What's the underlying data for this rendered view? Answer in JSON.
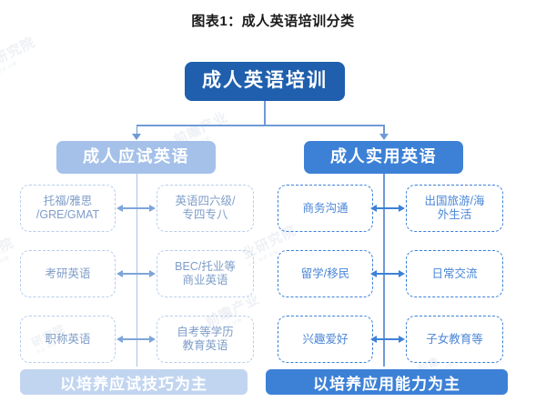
{
  "figure": {
    "title": "图表1：成人英语培训分类",
    "root": {
      "label": "成人英语培训"
    }
  },
  "colors": {
    "root_bg": "#1f5fad",
    "branch_left_bg": "#a5c1e9",
    "branch_right_bg": "#3d81d6",
    "leaf_soft_border": "#b9cdea",
    "leaf_soft_text": "#7e9dc8",
    "leaf_strong_border": "#3d81d6",
    "leaf_strong_text": "#4a86d8",
    "footer_left_bg": "#c2d5f0",
    "footer_right_bg": "#3d81d6",
    "connector": "#6f9ad6"
  },
  "branches": {
    "left": {
      "label": "成人应试英语",
      "footer": "以培养应试技巧为主",
      "rows": [
        {
          "left": {
            "line1": "托福/雅思",
            "line2": "/GRE/GMAT"
          },
          "right": {
            "line1": "英语四六级/",
            "line2": "专四专八"
          }
        },
        {
          "left": {
            "line1": "考研英语",
            "line2": ""
          },
          "right": {
            "line1": "BEC/托业等",
            "line2": "商业英语"
          }
        },
        {
          "left": {
            "line1": "职称英语",
            "line2": ""
          },
          "right": {
            "line1": "自考等学历",
            "line2": "教育英语"
          }
        }
      ]
    },
    "right": {
      "label": "成人实用英语",
      "footer": "以培养应用能力为主",
      "rows": [
        {
          "left": {
            "line1": "商务沟通",
            "line2": ""
          },
          "right": {
            "line1": "出国旅游/海",
            "line2": "外生活"
          }
        },
        {
          "left": {
            "line1": "留学/移民",
            "line2": ""
          },
          "right": {
            "line1": "日常交流",
            "line2": ""
          }
        },
        {
          "left": {
            "line1": "兴趣爱好",
            "line2": ""
          },
          "right": {
            "line1": "子女教育等",
            "line2": ""
          }
        }
      ]
    }
  },
  "watermarks": {
    "w1": "业研究院",
    "w2": "前瞻产业",
    "w3": "研究院",
    "w4": "前瞻产业",
    "w5": "前瞻",
    "w6": "业研究院",
    "w7": "前瞻",
    "w8": "研究院",
    "sub": "专业 权威 前瞻"
  }
}
